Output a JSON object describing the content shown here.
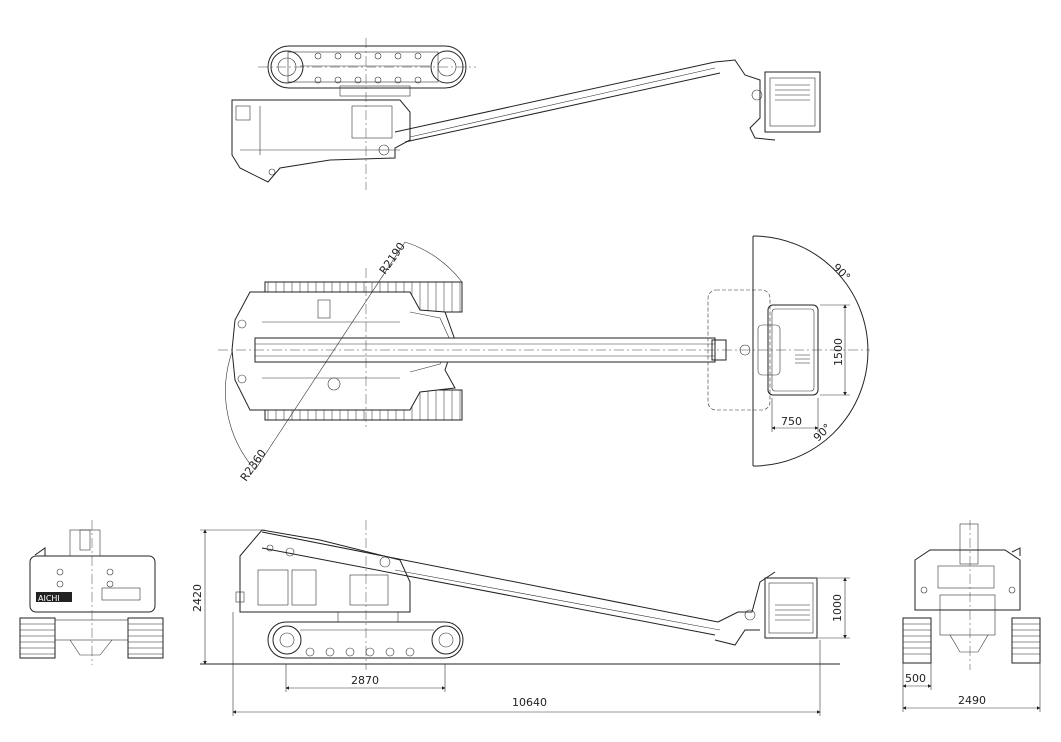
{
  "dimensions": {
    "radius_upper": "R2190",
    "radius_lower": "R2360",
    "swing_upper": "90°",
    "swing_lower": "90°",
    "platform_width": "1500",
    "platform_depth": "750",
    "platform_height": "1000",
    "overall_height": "2420",
    "track_length": "2870",
    "overall_length": "10640",
    "track_width": "500",
    "overall_width": "2490"
  },
  "logo_text": "AICHI"
}
